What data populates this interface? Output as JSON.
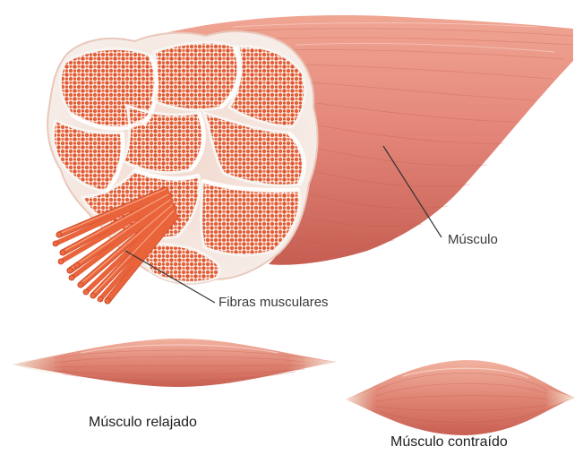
{
  "labels": {
    "muscle": "Músculo",
    "fibers": "Fibras musculares",
    "relaxed": "Músculo relajado",
    "contracted": "Músculo contraído"
  },
  "colors": {
    "muscle_base": "#e4897a",
    "muscle_dark": "#c9574a",
    "muscle_light": "#f2b6a5",
    "tendon": "#f1e6d2",
    "fascicle_sheath": "#f3f1ee",
    "fiber_cell": "#e0572f",
    "fiber_bundle": "#e9633b",
    "leader_line": "#333333"
  },
  "icons": {
    "cross_section": "muscle-cross-section-illustration",
    "fiber_bundle": "fiber-bundle-illustration"
  }
}
